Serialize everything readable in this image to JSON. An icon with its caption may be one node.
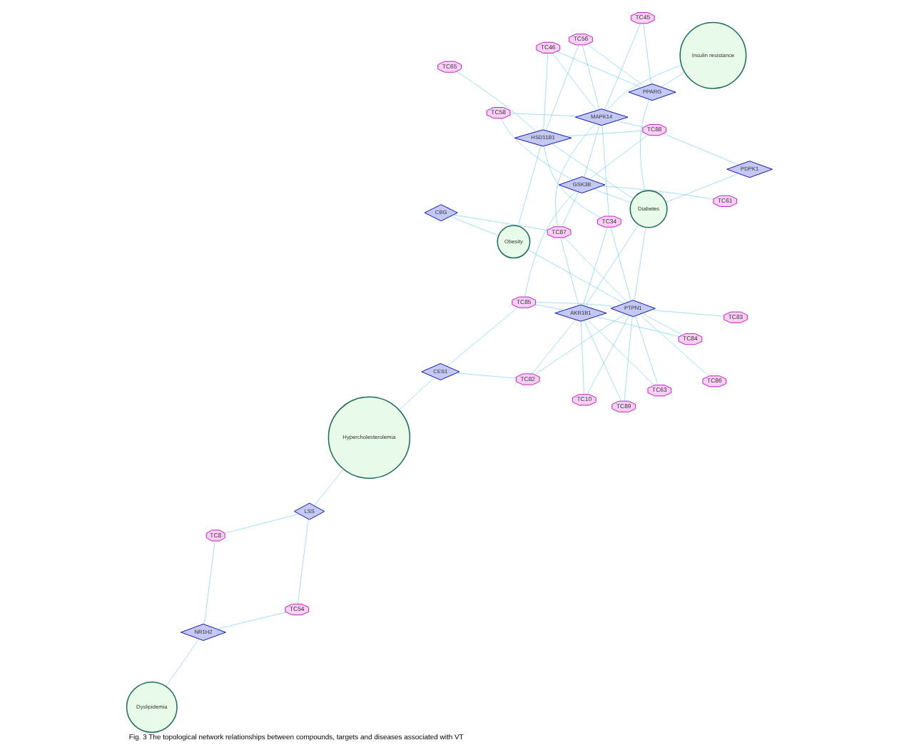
{
  "diagram": {
    "caption": "Fig. 3 The topological network relationships between compounds, targets and diseases associated with VT",
    "nodes": [
      {
        "text": [
          "Hypercholesterolemia"
        ]
      },
      {
        "text": [
          "CES1"
        ]
      },
      {
        "text": [
          "LSS"
        ]
      },
      {
        "text": [
          "TC58"
        ]
      },
      {
        "text": [
          "TC61"
        ]
      },
      {
        "text": [
          "TC82"
        ]
      },
      {
        "text": [
          "TC8"
        ]
      },
      {
        "text": [
          "TC54"
        ]
      },
      {
        "text": [
          "PDPK1"
        ]
      },
      {
        "text": [
          "GSK3B"
        ]
      },
      {
        "text": [
          "TC89"
        ]
      },
      {
        "text": [
          "TC85"
        ]
      },
      {
        "text": [
          "NR1H2"
        ]
      },
      {
        "text": [
          "Insulin resistance"
        ]
      },
      {
        "text": [
          "TC88"
        ]
      },
      {
        "text": [
          "TC84"
        ]
      },
      {
        "text": [
          "Diabetes"
        ]
      },
      {
        "text": [
          "AKR1B1"
        ]
      },
      {
        "text": [
          "Dyslipidemia"
        ]
      },
      {
        "text": [
          "PPARG"
        ]
      },
      {
        "text": [
          "TC10"
        ]
      },
      {
        "text": [
          "MAPK14"
        ]
      },
      {
        "text": [
          "TC46"
        ]
      },
      {
        "text": [
          "TC87"
        ]
      },
      {
        "text": [
          "PTPN1"
        ]
      },
      {
        "text": [
          "TC63"
        ]
      },
      {
        "text": [
          "TC45"
        ]
      },
      {
        "text": [
          "TC34"
        ]
      },
      {
        "text": [
          "HSD11B1"
        ]
      },
      {
        "text": [
          "TC86"
        ]
      },
      {
        "text": [
          "CBG"
        ]
      },
      {
        "text": [
          "TC56"
        ]
      },
      {
        "text": [
          "TC65"
        ]
      },
      {
        "text": [
          "Obesity"
        ]
      },
      {
        "text": [
          "TC83"
        ]
      }
    ],
    "edges": [
      {
        "from": 0,
        "to": 2,
        "arrow": "none"
      },
      {
        "from": 0,
        "to": 1,
        "arrow": "none"
      },
      {
        "from": 2,
        "to": 6,
        "arrow": "none"
      },
      {
        "from": 2,
        "to": 7,
        "arrow": "none"
      },
      {
        "from": 6,
        "to": 12,
        "arrow": "none"
      },
      {
        "from": 7,
        "to": 12,
        "arrow": "none"
      },
      {
        "from": 12,
        "to": 18,
        "arrow": "none"
      },
      {
        "from": 1,
        "to": 5,
        "arrow": "none"
      },
      {
        "from": 1,
        "to": 11,
        "arrow": "none"
      },
      {
        "from": 3,
        "to": 9,
        "arrow": "none"
      },
      {
        "from": 3,
        "to": 21,
        "arrow": "none"
      },
      {
        "from": 4,
        "to": 9,
        "arrow": "none"
      },
      {
        "from": 8,
        "to": 14,
        "arrow": "none"
      },
      {
        "from": 8,
        "to": 16,
        "arrow": "none"
      },
      {
        "from": 9,
        "to": 11,
        "arrow": "none"
      },
      {
        "from": 9,
        "to": 14,
        "arrow": "none"
      },
      {
        "from": 9,
        "to": 16,
        "arrow": "none"
      },
      {
        "from": 9,
        "to": 21,
        "arrow": "none"
      },
      {
        "from": 9,
        "to": 23,
        "arrow": "none"
      },
      {
        "from": 14,
        "to": 21,
        "arrow": "none"
      },
      {
        "from": 14,
        "to": 28,
        "arrow": "none"
      },
      {
        "from": 16,
        "to": 28,
        "arrow": "none"
      },
      {
        "from": 16,
        "to": 17,
        "arrow": "none"
      },
      {
        "from": 16,
        "to": 24,
        "arrow": "none"
      },
      {
        "from": 19,
        "to": 16,
        "arrow": "none"
      },
      {
        "from": 13,
        "to": 19,
        "arrow": "none"
      },
      {
        "from": 13,
        "to": 21,
        "arrow": "none"
      },
      {
        "from": 19,
        "to": 22,
        "arrow": "none"
      },
      {
        "from": 19,
        "to": 26,
        "arrow": "none"
      },
      {
        "from": 19,
        "to": 31,
        "arrow": "none"
      },
      {
        "from": 21,
        "to": 22,
        "arrow": "none"
      },
      {
        "from": 21,
        "to": 26,
        "arrow": "none"
      },
      {
        "from": 21,
        "to": 31,
        "arrow": "none"
      },
      {
        "from": 21,
        "to": 23,
        "arrow": "none"
      },
      {
        "from": 21,
        "to": 27,
        "arrow": "none"
      },
      {
        "from": 22,
        "to": 28,
        "arrow": "none"
      },
      {
        "from": 28,
        "to": 31,
        "arrow": "none"
      },
      {
        "from": 28,
        "to": 32,
        "arrow": "none"
      },
      {
        "from": 28,
        "to": 27,
        "arrow": "none"
      },
      {
        "from": 28,
        "to": 33,
        "arrow": "none"
      },
      {
        "from": 17,
        "to": 11,
        "arrow": "none"
      },
      {
        "from": 17,
        "to": 5,
        "arrow": "none"
      },
      {
        "from": 17,
        "to": 10,
        "arrow": "none"
      },
      {
        "from": 17,
        "to": 15,
        "arrow": "none"
      },
      {
        "from": 17,
        "to": 20,
        "arrow": "none"
      },
      {
        "from": 17,
        "to": 25,
        "arrow": "none"
      },
      {
        "from": 17,
        "to": 23,
        "arrow": "none"
      },
      {
        "from": 17,
        "to": 27,
        "arrow": "none"
      },
      {
        "from": 24,
        "to": 11,
        "arrow": "none"
      },
      {
        "from": 24,
        "to": 5,
        "arrow": "none"
      },
      {
        "from": 24,
        "to": 10,
        "arrow": "none"
      },
      {
        "from": 24,
        "to": 15,
        "arrow": "none"
      },
      {
        "from": 24,
        "to": 20,
        "arrow": "none"
      },
      {
        "from": 24,
        "to": 25,
        "arrow": "none"
      },
      {
        "from": 24,
        "to": 29,
        "arrow": "none"
      },
      {
        "from": 24,
        "to": 34,
        "arrow": "none"
      },
      {
        "from": 24,
        "to": 23,
        "arrow": "none"
      },
      {
        "from": 24,
        "to": 27,
        "arrow": "none"
      },
      {
        "from": 24,
        "to": 33,
        "arrow": "none"
      },
      {
        "from": 23,
        "to": 30,
        "arrow": "none"
      },
      {
        "from": 30,
        "to": 33,
        "arrow": "none"
      }
    ]
  }
}
